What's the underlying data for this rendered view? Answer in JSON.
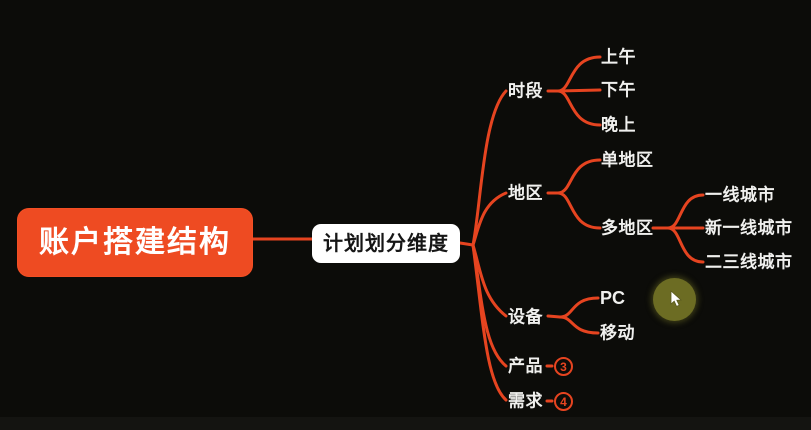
{
  "colors": {
    "background": "#0c0c09",
    "branch_line": "#e64420",
    "root_fill": "#ee4b22",
    "root_text": "#ffffff",
    "center_fill": "#ffffff",
    "center_text": "#161616",
    "label_text": "#f0f0ee",
    "badge_color": "#e64420",
    "cursor_highlight": "#6c6c23",
    "letterbox": "#141411"
  },
  "mindmap": {
    "root": {
      "label": "账户搭建结构"
    },
    "center": {
      "label": "计划划分维度"
    },
    "nodes": {
      "shiduan": {
        "label": "时段"
      },
      "shangwu": {
        "label": "上午"
      },
      "xiawu": {
        "label": "下午"
      },
      "wanshang": {
        "label": "晚上"
      },
      "diqu": {
        "label": "地区"
      },
      "dandiqu": {
        "label": "单地区"
      },
      "duodiqu": {
        "label": "多地区"
      },
      "yixian": {
        "label": "一线城市"
      },
      "xinyixian": {
        "label": "新一线城市"
      },
      "ersanxian": {
        "label": "二三线城市"
      },
      "shebei": {
        "label": "设备"
      },
      "pc": {
        "label": "PC"
      },
      "yidong": {
        "label": "移动"
      },
      "chanpin": {
        "label": "产品",
        "collapsed_count": "3"
      },
      "xuqiu": {
        "label": "需求",
        "collapsed_count": "4"
      }
    }
  }
}
